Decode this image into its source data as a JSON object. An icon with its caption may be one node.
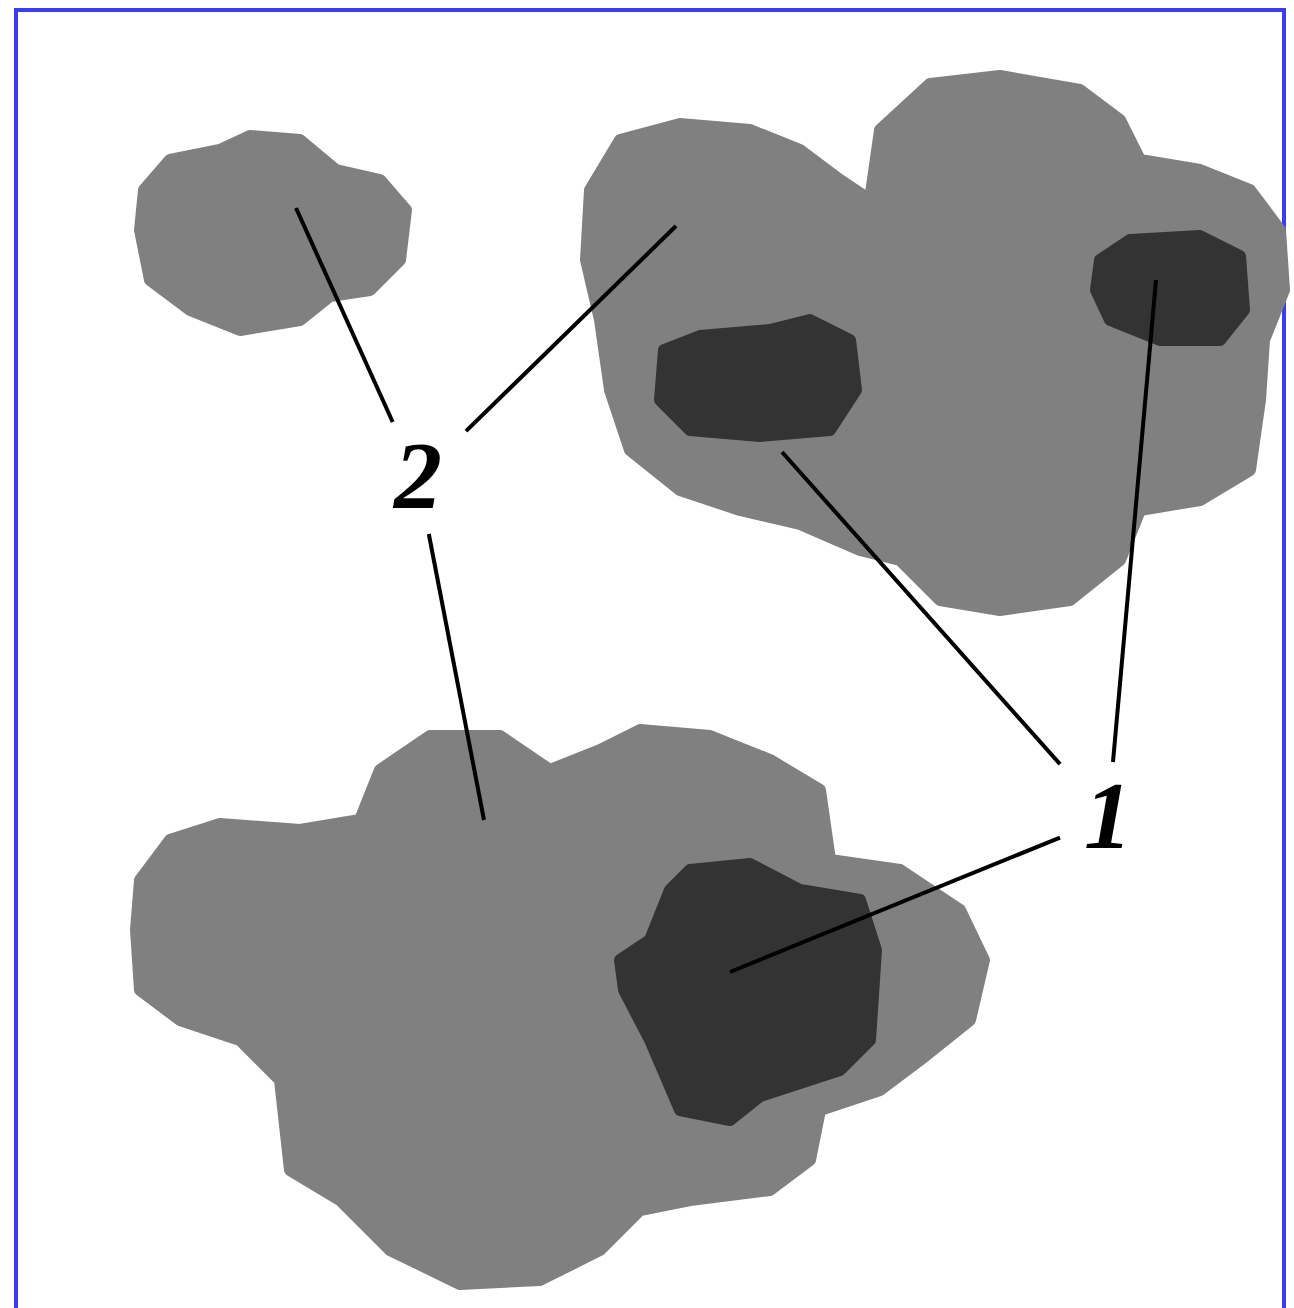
{
  "diagram": {
    "nodes": [
      {
        "text": [
          "2"
        ]
      },
      {
        "text": [],
        "shape": "blob"
      },
      {
        "text": [],
        "shape": "blob"
      },
      {
        "text": [],
        "shape": "blob",
        "in": 2
      },
      {
        "text": [],
        "shape": "blob",
        "in": 2
      },
      {
        "text": [
          "1"
        ]
      },
      {
        "text": [],
        "shape": "blob"
      },
      {
        "text": [],
        "shape": "blob",
        "in": 6
      }
    ],
    "edges": [
      {
        "from": 0,
        "to": 1,
        "arrow": "none"
      },
      {
        "from": 0,
        "to": 2,
        "arrow": "none"
      },
      {
        "from": 0,
        "to": 6,
        "arrow": "none"
      },
      {
        "from": 5,
        "to": 3,
        "arrow": "none"
      },
      {
        "from": 5,
        "to": 4,
        "arrow": "none"
      },
      {
        "from": 5,
        "to": 7,
        "arrow": "none"
      }
    ]
  }
}
